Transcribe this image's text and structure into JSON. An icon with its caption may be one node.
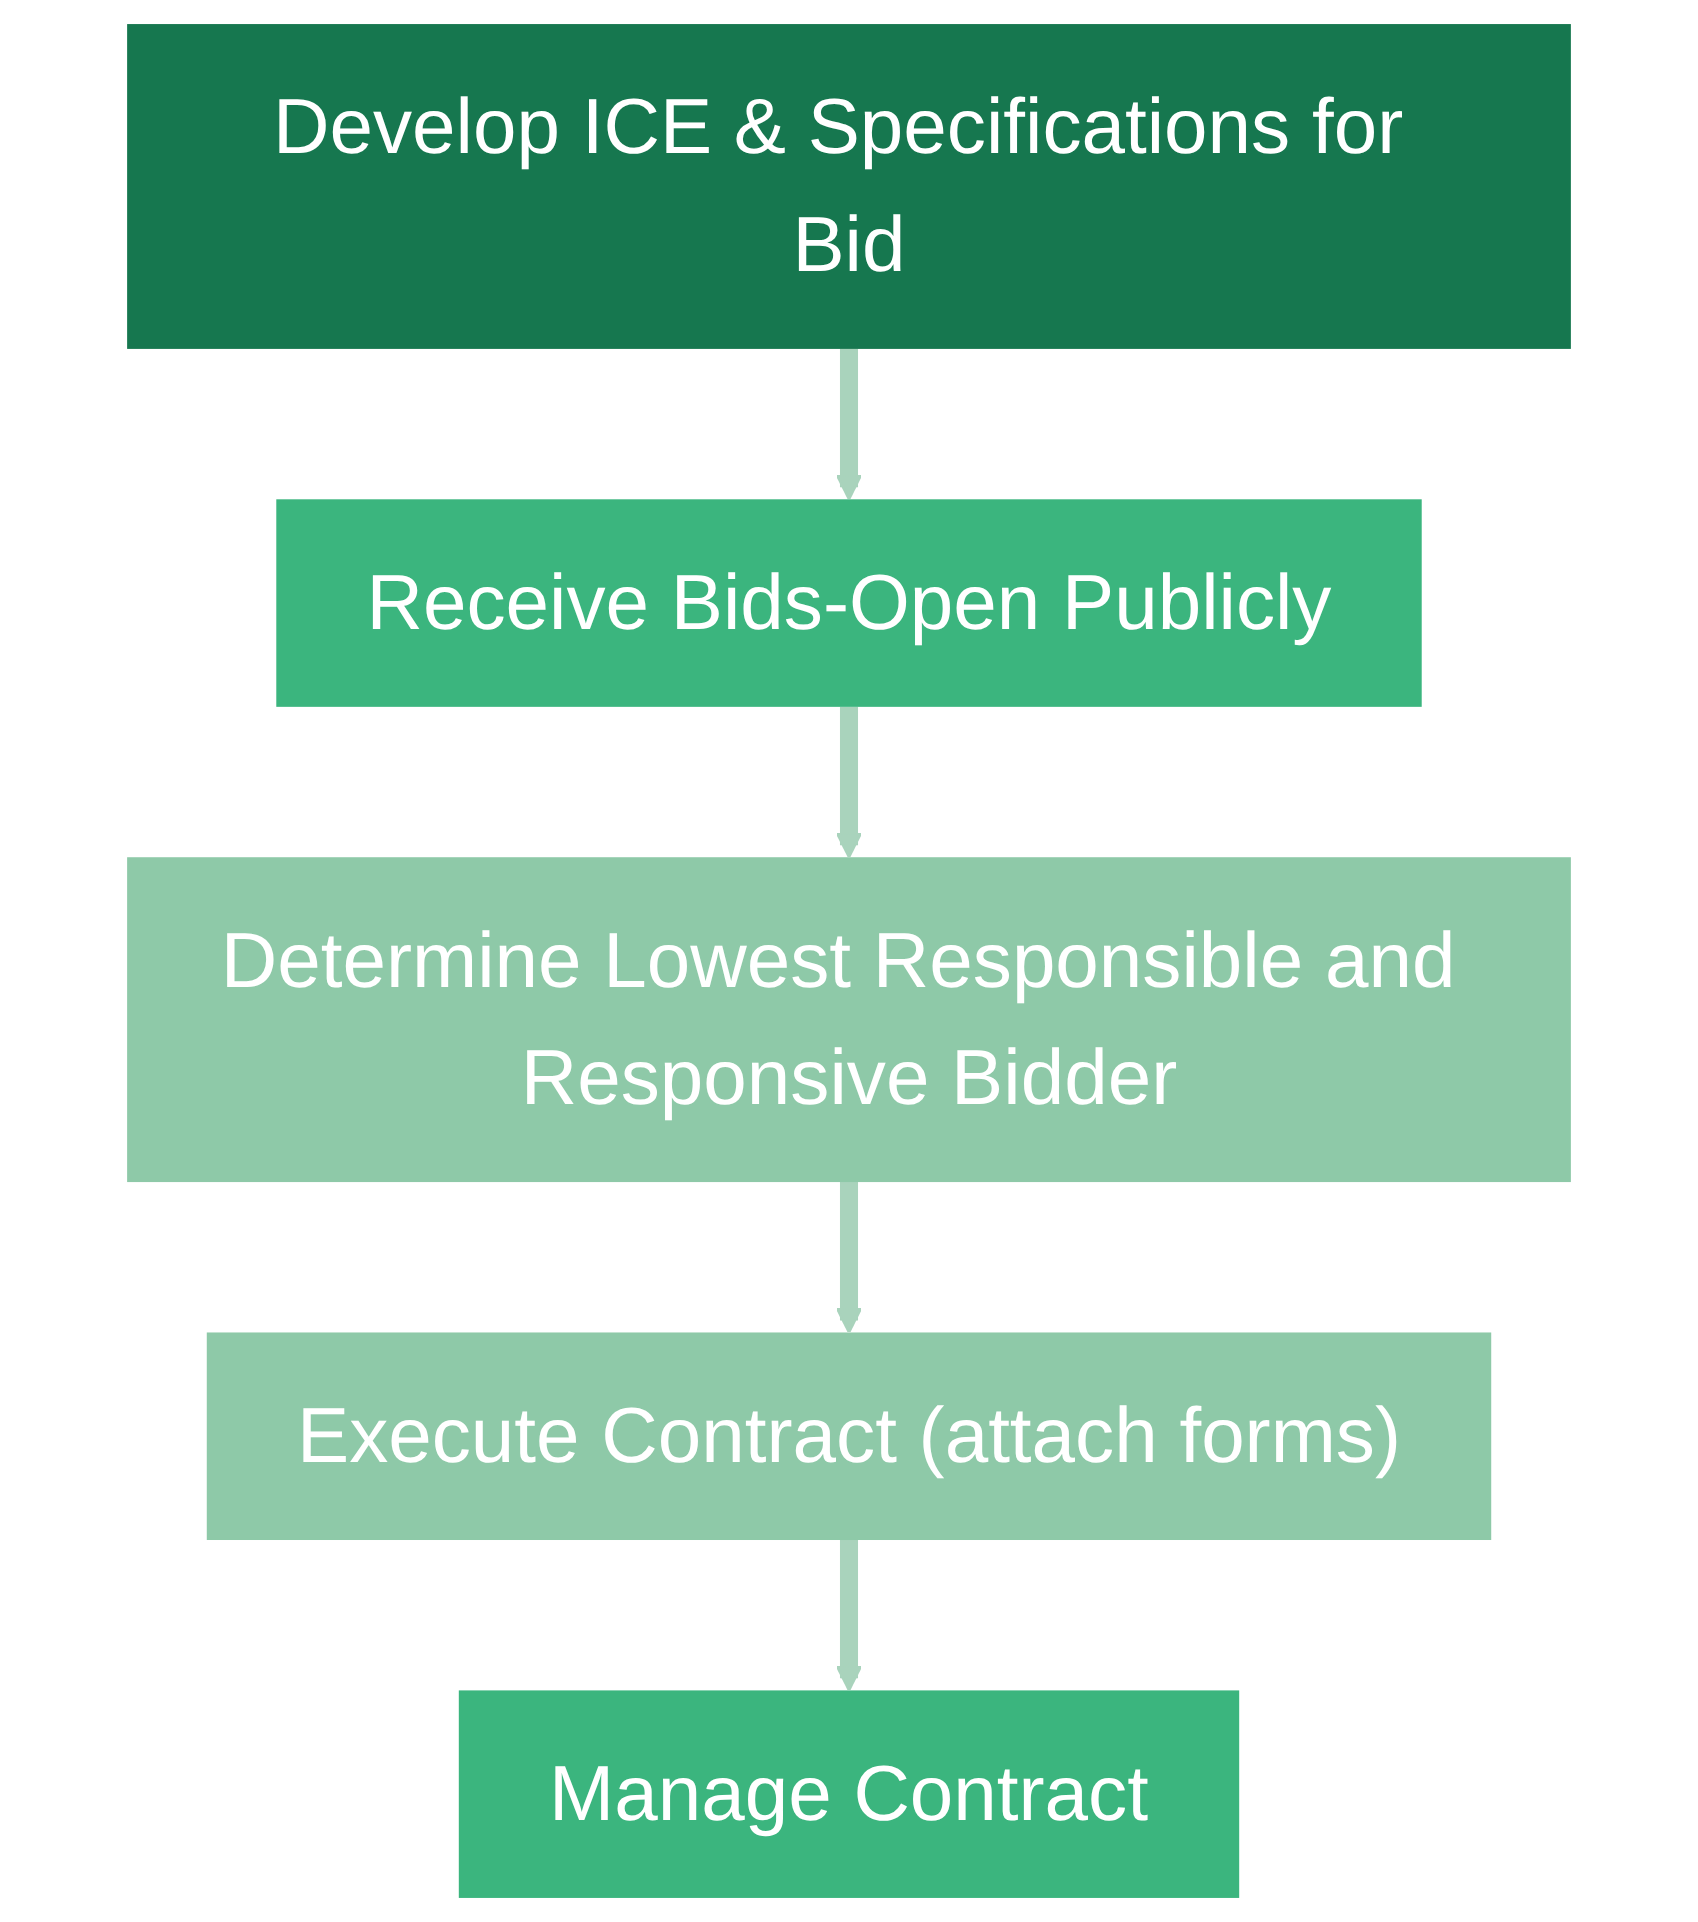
{
  "diagram": {
    "nodes": [
      {
        "text": [
          "Develop ICE & Specifications for Bid"
        ]
      },
      {
        "text": [
          "Receive Bids-Open Publicly"
        ]
      },
      {
        "text": [
          "Determine Lowest Responsible and Responsive Bidder"
        ]
      },
      {
        "text": [
          "Execute Contract (attach forms)"
        ]
      },
      {
        "text": [
          "Manage Contract"
        ]
      }
    ],
    "edges": [
      {
        "from": 0,
        "to": 1,
        "arrow": "to"
      },
      {
        "from": 1,
        "to": 2,
        "arrow": "to"
      },
      {
        "from": 2,
        "to": 3,
        "arrow": "to"
      },
      {
        "from": 3,
        "to": 4,
        "arrow": "to"
      }
    ]
  }
}
